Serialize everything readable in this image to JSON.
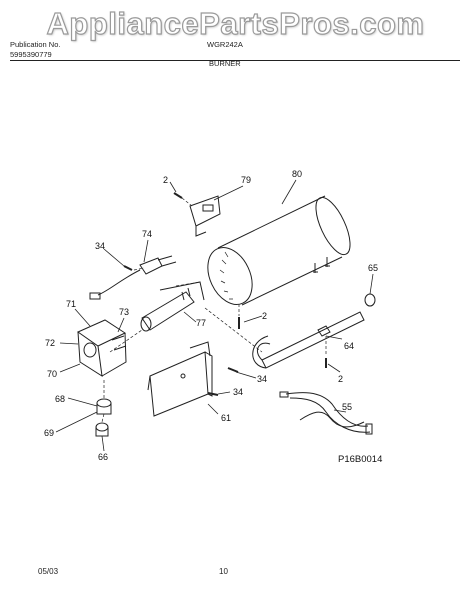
{
  "watermark": "AppliancePartsPros.com",
  "header": {
    "publication_label": "Publication No.",
    "publication_number": "5995390779",
    "model": "WGR242A",
    "section_title": "BURNER"
  },
  "figure_code": "P16B0014",
  "footer": {
    "date": "05/03",
    "page": "10"
  },
  "callouts": {
    "p2a": "2",
    "p79": "79",
    "p80": "80",
    "p74": "74",
    "p34a": "34",
    "p65": "65",
    "p71": "71",
    "p73": "73",
    "p77": "77",
    "p2b": "2",
    "p72": "72",
    "p64": "64",
    "p70": "70",
    "p34b": "34",
    "p2c": "2",
    "p34c": "34",
    "p68": "68",
    "p55": "55",
    "p61": "61",
    "p69": "69",
    "p66": "66"
  }
}
